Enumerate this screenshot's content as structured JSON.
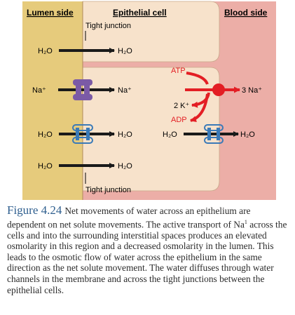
{
  "labels": {
    "lumen_side": "Lumen side",
    "epithelial_cell": "Epithelial cell",
    "blood_side": "Blood side",
    "tight_junction_top": "Tight junction",
    "tight_junction_bottom": "Tight junction"
  },
  "flows": {
    "water_top_left": "H₂O",
    "water_top_right": "H₂O",
    "sodium_left": "Na⁺",
    "sodium_right": "Na⁺",
    "atp": "ATP",
    "potassium": "2 K⁺",
    "adp": "ADP",
    "sodium_out": "3 Na⁺",
    "water_mid_left": "H₂O",
    "water_mid_center": "H₂O",
    "water_mid_right_in": "H₂O",
    "water_mid_right_out": "H₂O",
    "water_bottom_left": "H₂O",
    "water_bottom_right": "H₂O"
  },
  "colors": {
    "lumen": "#e6cb7c",
    "cell": "#f7e2cb",
    "blood": "#ecaea7",
    "arrow_black": "#1a1a1a",
    "active_red": "#e31e24",
    "channel_blue": "#3a7ab8",
    "na_channel_purple": "#7b5aa6",
    "caption_number": "#2f5f8f"
  },
  "caption": {
    "figure_number": "Figure 4.24",
    "text_before_superscript": "Net movements of water across an epithelium are dependent on net solute movements. The active transport of Na",
    "superscript": "1",
    "text_after_superscript": " across the cells and into the surrounding interstitial spaces produces an elevated osmolarity in this region and a decreased osmolarity in the lumen. This leads to the osmotic flow of water across the epithelium in the same direction as the net solute movement. The water diffuses through water channels in the membrane and across the tight junctions between the epithelial cells."
  }
}
